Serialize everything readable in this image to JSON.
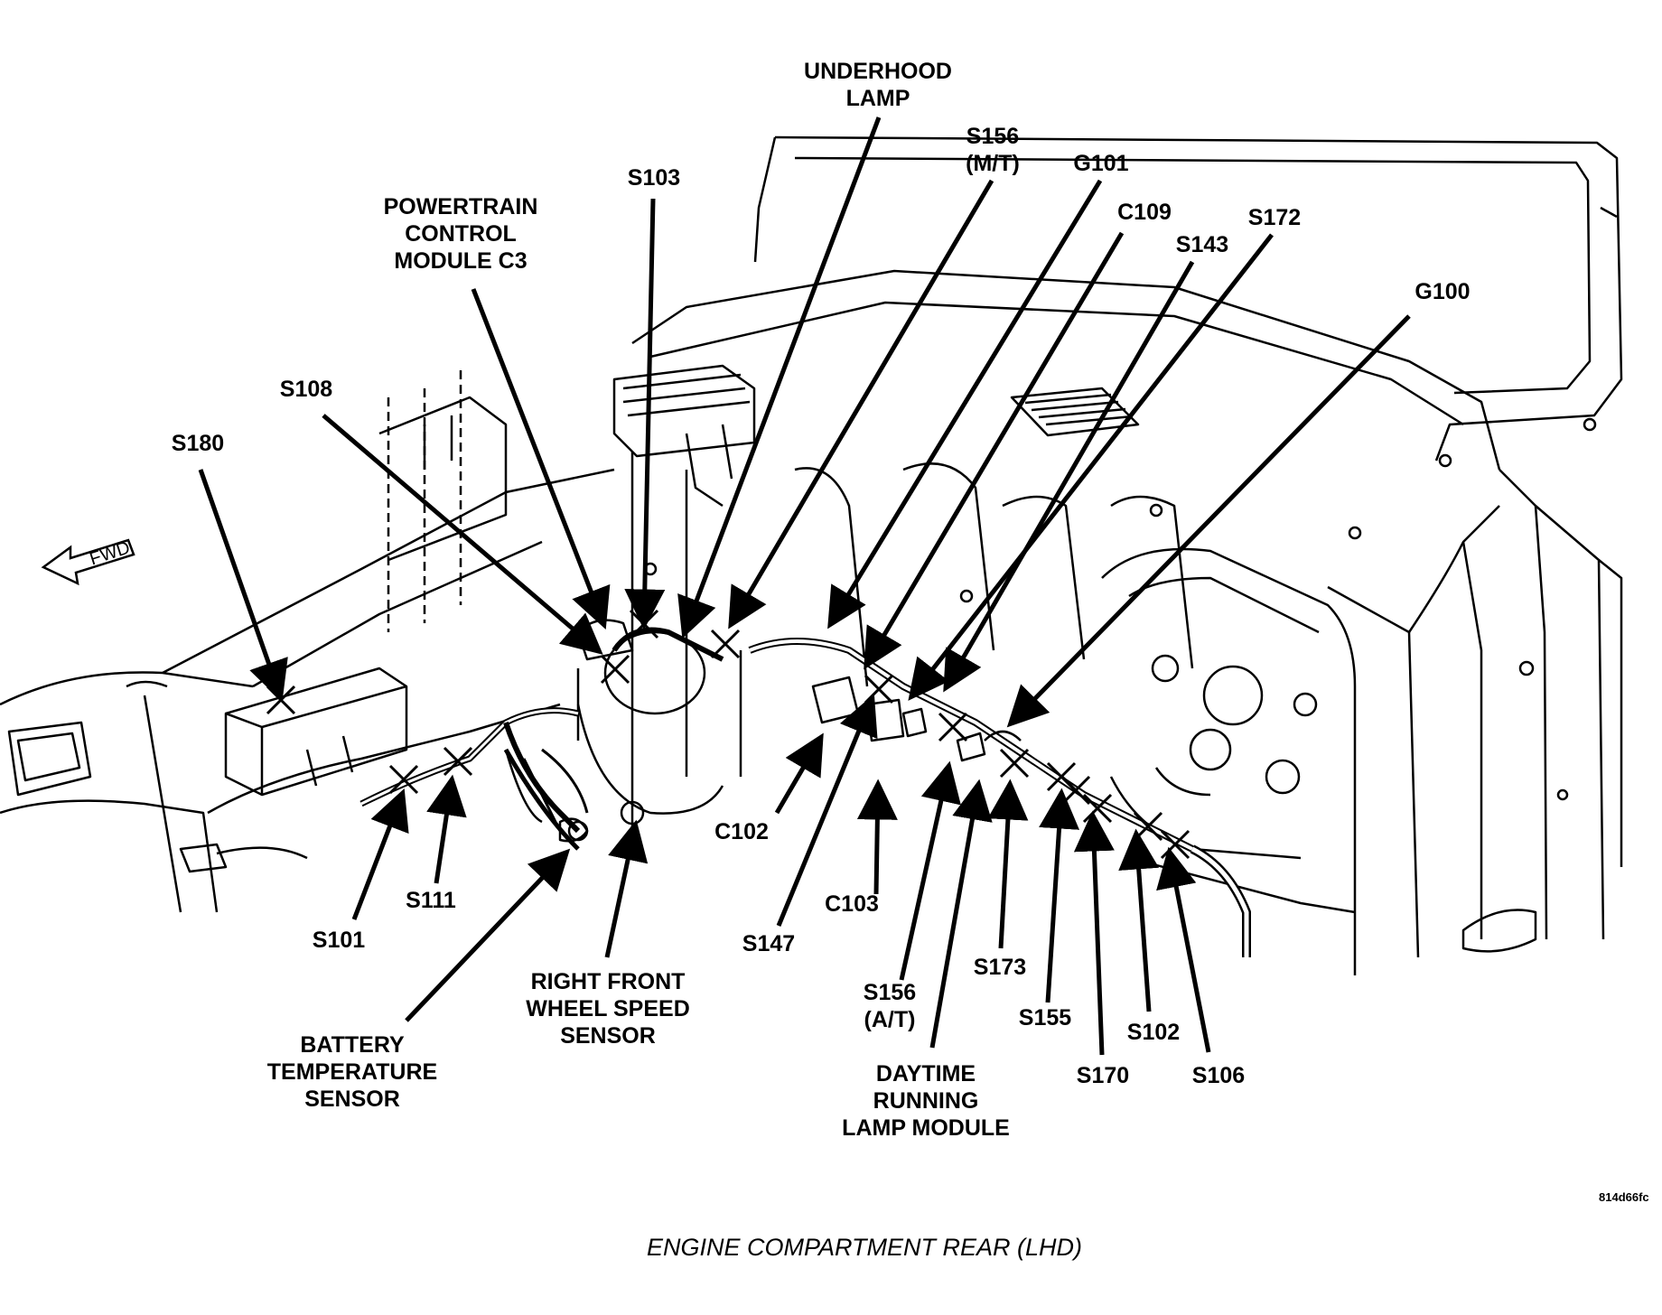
{
  "labels": {
    "underhood": [
      "UNDERHOOD",
      "LAMP"
    ],
    "pcm": [
      "POWERTRAIN",
      "CONTROL",
      "MODULE C3"
    ],
    "s103": "S103",
    "s156mt": [
      "S156",
      "(M/T)"
    ],
    "g101": "G101",
    "c109": "C109",
    "s172": "S172",
    "s143": "S143",
    "g100": "G100",
    "s108": "S108",
    "s180": "S180",
    "c102": "C102",
    "s101": "S101",
    "s111": "S111",
    "c103": "C103",
    "s147": "S147",
    "rfwss": [
      "RIGHT FRONT",
      "WHEEL SPEED",
      "SENSOR"
    ],
    "s156at": [
      "S156",
      "(A/T)"
    ],
    "s173": "S173",
    "s155": "S155",
    "s102": "S102",
    "batt": [
      "BATTERY",
      "TEMPERATURE",
      "SENSOR"
    ],
    "drl": [
      "DAYTIME",
      "RUNNING",
      "LAMP MODULE"
    ],
    "s170": "S170",
    "s106": "S106"
  },
  "fwd_text": "FWD",
  "ref_code": "814d66fc",
  "caption": "ENGINE COMPARTMENT REAR (LHD)",
  "colors": {
    "ink": "#000000",
    "background": "#ffffff"
  }
}
